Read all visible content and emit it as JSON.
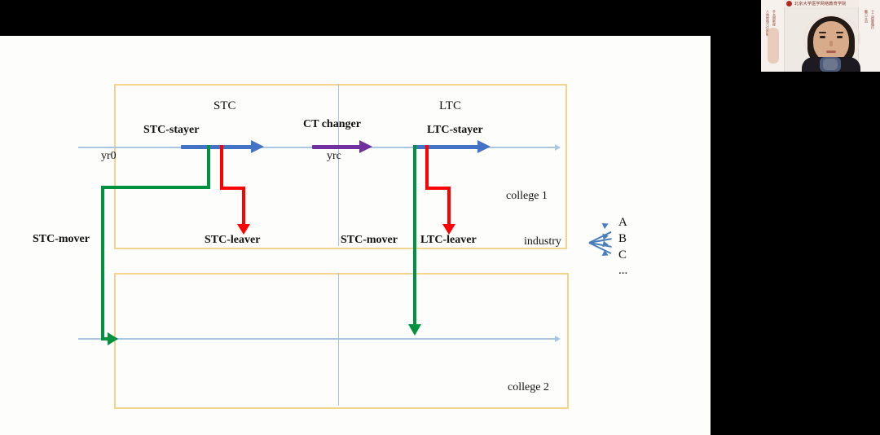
{
  "slide": {
    "timeline": {
      "year_start_label": "yr0",
      "year_change_label": "yrc"
    },
    "phase_labels": {
      "stc": "STC",
      "ltc": "LTC"
    },
    "flow_labels": {
      "stc_stayer": "STC-stayer",
      "ct_changer": "CT changer",
      "ltc_stayer": "LTC-stayer",
      "stc_leaver": "STC-leaver",
      "ltc_leaver": "LTC-leaver",
      "stc_mover_left": "STC-mover",
      "stc_mover_right": "STC-mover"
    },
    "boxes": {
      "college1": "college 1",
      "college2": "college 2"
    },
    "industry": {
      "label": "industry",
      "destinations": [
        "A",
        "B",
        "C",
        "..."
      ]
    },
    "colors": {
      "box_border": "#f2d490",
      "timeline": "#a9c6e2",
      "stayer_arrow": "#4472c4",
      "changer_arrow": "#7030a0",
      "leaver_arrow": "#ff0000",
      "mover_arrow": "#00923f",
      "fan_arrow": "#4a7ebb",
      "slide_bg": "#fdfdfc",
      "app_bg": "#000000"
    }
  },
  "video": {
    "overlay_title": "北京大学医学网络教育学院",
    "left_column_1": "人体经络穴位图解",
    "left_column_2": "手太阴肺经",
    "right_column_1": "十二经脉循行",
    "right_column_2": "腧穴主治"
  }
}
